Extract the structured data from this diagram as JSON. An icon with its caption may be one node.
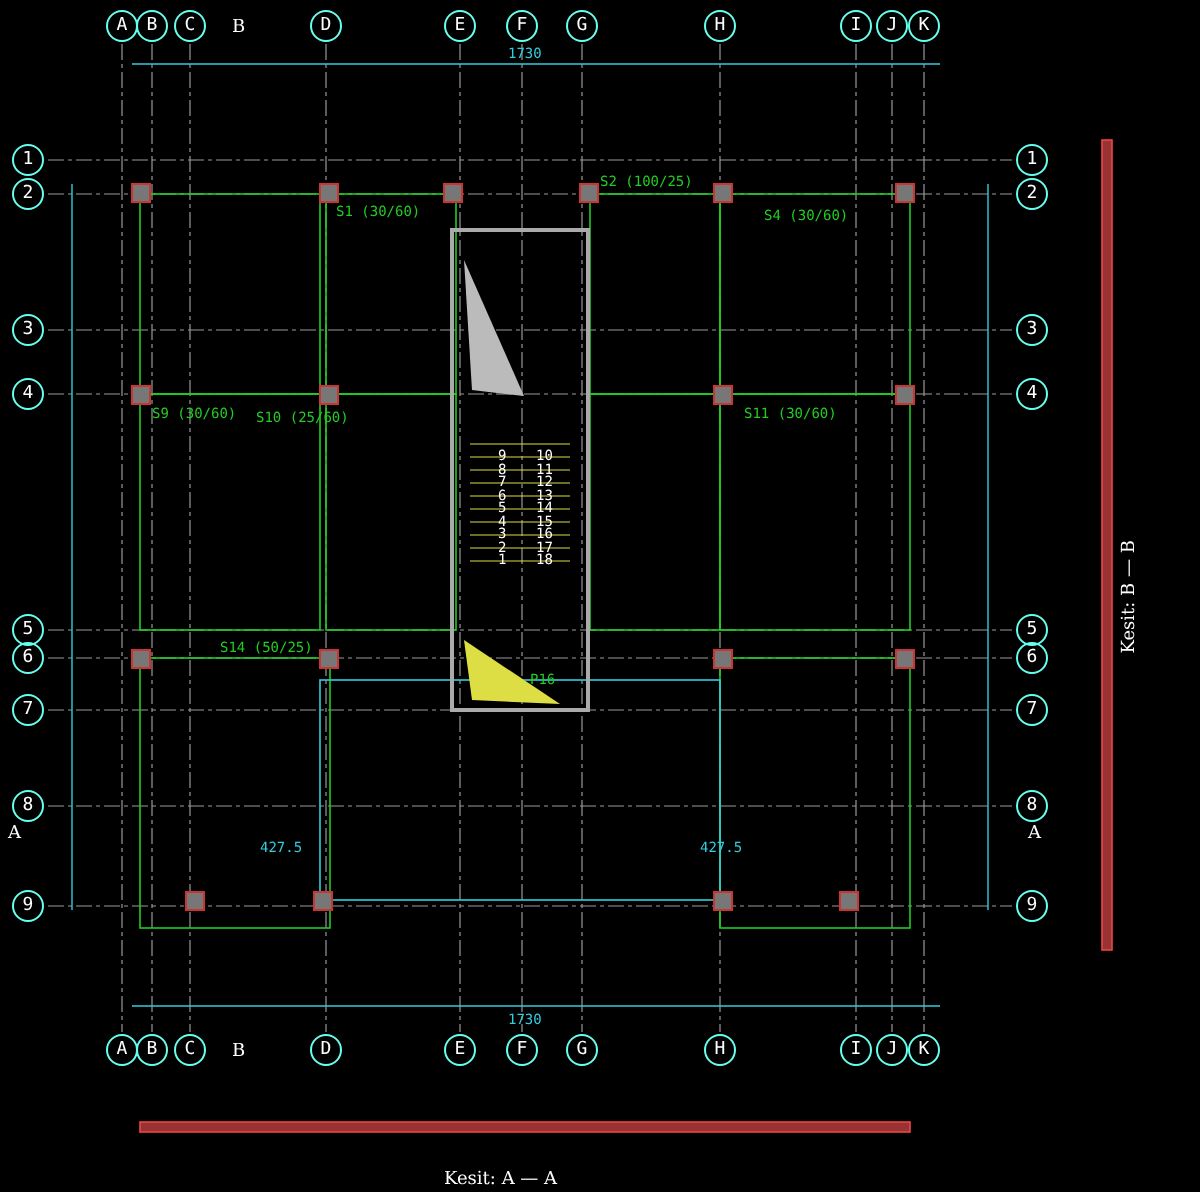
{
  "diagram": {
    "nodes": [
      {
        "text": [
          "A"
        ]
      },
      {
        "text": [
          "B"
        ]
      },
      {
        "text": [
          "C"
        ]
      },
      {
        "text": [
          "D"
        ]
      },
      {
        "text": [
          "E"
        ]
      },
      {
        "text": [
          "F"
        ]
      },
      {
        "text": [
          "G"
        ]
      },
      {
        "text": [
          "H"
        ]
      },
      {
        "text": [
          "I"
        ]
      },
      {
        "text": [
          "J"
        ]
      },
      {
        "text": [
          "K"
        ]
      },
      {
        "text": [
          "1"
        ]
      },
      {
        "text": [
          "1"
        ]
      },
      {
        "text": [
          "2"
        ]
      },
      {
        "text": [
          "2"
        ]
      },
      {
        "text": [
          "3"
        ]
      },
      {
        "text": [
          "3"
        ]
      },
      {
        "text": [
          "4"
        ]
      },
      {
        "text": [
          "4"
        ]
      },
      {
        "text": [
          "5"
        ]
      },
      {
        "text": [
          "5"
        ]
      },
      {
        "text": [
          "6"
        ]
      },
      {
        "text": [
          "6"
        ]
      },
      {
        "text": [
          "7"
        ]
      },
      {
        "text": [
          "7"
        ]
      },
      {
        "text": [
          "8"
        ]
      },
      {
        "text": [
          "8"
        ]
      },
      {
        "text": [
          "9"
        ]
      },
      {
        "text": [
          "9"
        ]
      },
      {
        "text": [
          "A"
        ]
      },
      {
        "text": [
          "B"
        ]
      },
      {
        "text": [
          "C"
        ]
      },
      {
        "text": [
          "D"
        ]
      },
      {
        "text": [
          "E"
        ]
      },
      {
        "text": [
          "F"
        ]
      },
      {
        "text": [
          "G"
        ]
      },
      {
        "text": [
          "H"
        ]
      },
      {
        "text": [
          "I"
        ]
      },
      {
        "text": [
          "J"
        ]
      },
      {
        "text": [
          "K"
        ]
      }
    ],
    "edges": [],
    "labels": [
      "B",
      "1730",
      "S2 (100/25)",
      "S1 (30/60)",
      "S4 (30/60)",
      "S9 (30/60)",
      "S10 (25/60)",
      "S11 (30/60)",
      "10",
      "9",
      "11",
      "8",
      "12",
      "7",
      "13",
      "6",
      "14",
      "5",
      "15",
      "4",
      "16",
      "3",
      "17",
      "2",
      "18",
      "1",
      "Kesit: B — B",
      "S14 (50/25)",
      "P16",
      "A",
      "A",
      "427.5",
      "427.5",
      "1730",
      "B",
      "Kesit: A — A"
    ]
  }
}
